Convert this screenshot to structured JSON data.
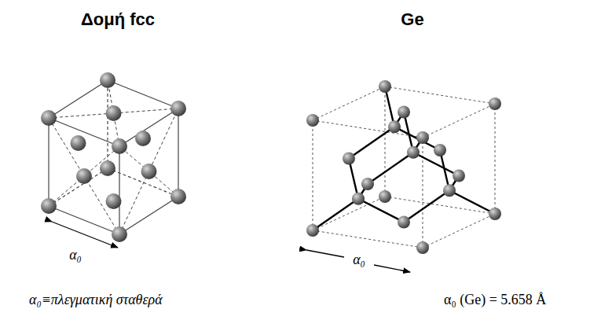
{
  "diagram": {
    "labels": [
      "Δομή fcc",
      "Ge",
      "α₀",
      "α₀",
      "α₀≡πλεγματική σταθερά",
      "α₀ (Ge) = 5.658 Å"
    ]
  }
}
